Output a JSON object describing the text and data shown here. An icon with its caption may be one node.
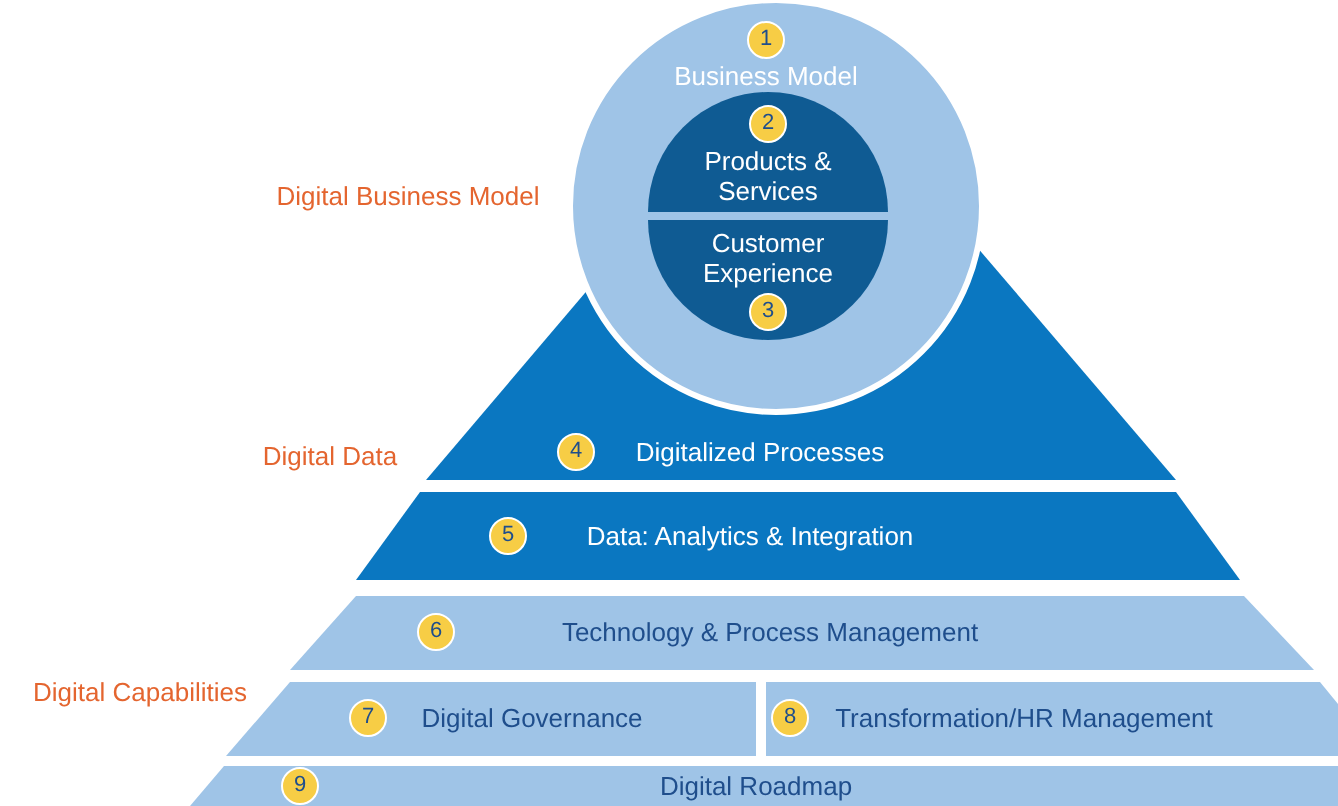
{
  "diagram": {
    "nodes": [
      {
        "text": [
          "1",
          "Business Model"
        ]
      },
      {
        "text": [
          "2",
          "Products & Services"
        ],
        "in": 0
      },
      {
        "text": [
          "Customer Experience",
          "3"
        ],
        "in": 0
      },
      {
        "text": [
          "4",
          "Digitalized Processes"
        ]
      },
      {
        "text": [
          "5",
          "Data: Analytics & Integration"
        ]
      },
      {
        "text": [
          "6",
          "Technology & Process Management"
        ]
      },
      {
        "text": [
          "7",
          "Digital Governance"
        ]
      },
      {
        "text": [
          "8",
          "Transformation/HR Management"
        ]
      },
      {
        "text": [
          "9",
          "Digital Roadmap"
        ]
      }
    ],
    "labels": [
      "Digital Business Model",
      "Digital Data",
      "Digital Capabilities"
    ]
  }
}
